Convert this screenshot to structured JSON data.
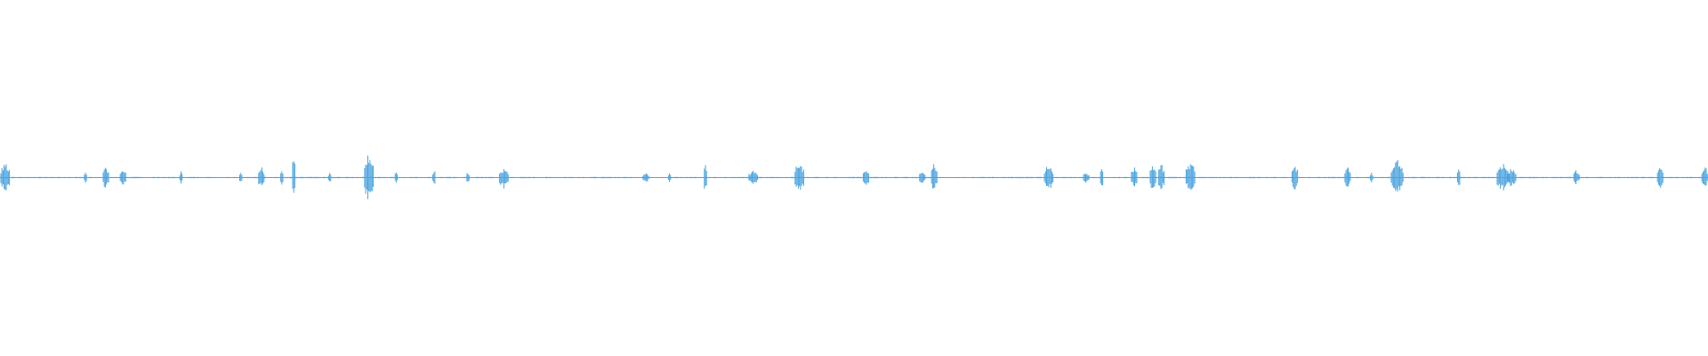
{
  "waveform": {
    "color": "#4aa3df",
    "background": "#ffffff",
    "baseline_amplitude": 0.015,
    "spikes": [
      {
        "t": 0.003,
        "amp": 0.34,
        "burst": 3
      },
      {
        "t": 0.05,
        "amp": 0.1,
        "burst": 1
      },
      {
        "t": 0.062,
        "amp": 0.24,
        "burst": 2
      },
      {
        "t": 0.072,
        "amp": 0.18,
        "burst": 2
      },
      {
        "t": 0.106,
        "amp": 0.12,
        "burst": 1
      },
      {
        "t": 0.141,
        "amp": 0.1,
        "burst": 1
      },
      {
        "t": 0.153,
        "amp": 0.22,
        "burst": 2
      },
      {
        "t": 0.165,
        "amp": 0.14,
        "burst": 1
      },
      {
        "t": 0.172,
        "amp": 0.42,
        "burst": 1
      },
      {
        "t": 0.193,
        "amp": 0.1,
        "burst": 1
      },
      {
        "t": 0.216,
        "amp": 0.55,
        "burst": 3
      },
      {
        "t": 0.232,
        "amp": 0.14,
        "burst": 1
      },
      {
        "t": 0.254,
        "amp": 0.16,
        "burst": 1
      },
      {
        "t": 0.274,
        "amp": 0.12,
        "burst": 1
      },
      {
        "t": 0.295,
        "amp": 0.22,
        "burst": 3
      },
      {
        "t": 0.378,
        "amp": 0.1,
        "burst": 2
      },
      {
        "t": 0.392,
        "amp": 0.1,
        "burst": 1
      },
      {
        "t": 0.413,
        "amp": 0.28,
        "burst": 1
      },
      {
        "t": 0.441,
        "amp": 0.16,
        "burst": 3
      },
      {
        "t": 0.468,
        "amp": 0.32,
        "burst": 3
      },
      {
        "t": 0.507,
        "amp": 0.2,
        "burst": 2
      },
      {
        "t": 0.54,
        "amp": 0.14,
        "burst": 2
      },
      {
        "t": 0.547,
        "amp": 0.28,
        "burst": 2
      },
      {
        "t": 0.614,
        "amp": 0.28,
        "burst": 3
      },
      {
        "t": 0.636,
        "amp": 0.12,
        "burst": 2
      },
      {
        "t": 0.645,
        "amp": 0.24,
        "burst": 1
      },
      {
        "t": 0.664,
        "amp": 0.24,
        "burst": 2
      },
      {
        "t": 0.675,
        "amp": 0.26,
        "burst": 2
      },
      {
        "t": 0.68,
        "amp": 0.28,
        "burst": 2
      },
      {
        "t": 0.697,
        "amp": 0.34,
        "burst": 3
      },
      {
        "t": 0.758,
        "amp": 0.3,
        "burst": 2
      },
      {
        "t": 0.789,
        "amp": 0.24,
        "burst": 2
      },
      {
        "t": 0.803,
        "amp": 0.1,
        "burst": 1
      },
      {
        "t": 0.818,
        "amp": 0.34,
        "burst": 4
      },
      {
        "t": 0.854,
        "amp": 0.22,
        "burst": 1
      },
      {
        "t": 0.88,
        "amp": 0.28,
        "burst": 4
      },
      {
        "t": 0.885,
        "amp": 0.2,
        "burst": 3
      },
      {
        "t": 0.923,
        "amp": 0.14,
        "burst": 2
      },
      {
        "t": 0.972,
        "amp": 0.26,
        "burst": 2
      },
      {
        "t": 0.998,
        "amp": 0.22,
        "burst": 2
      }
    ]
  }
}
